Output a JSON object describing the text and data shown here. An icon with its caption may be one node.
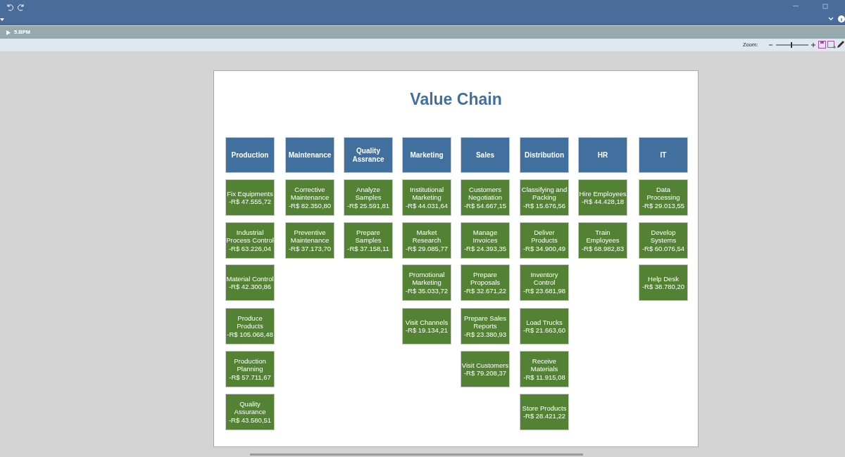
{
  "diagram": {
    "title": "Value Chain",
    "nodes": [
      {
        "text": [
          "Production"
        ]
      },
      {
        "text": [
          "Maintenance"
        ]
      },
      {
        "text": [
          "Quality Assrance"
        ]
      },
      {
        "text": [
          "Marketing"
        ]
      },
      {
        "text": [
          "Sales"
        ]
      },
      {
        "text": [
          "Distribution"
        ]
      },
      {
        "text": [
          "HR"
        ]
      },
      {
        "text": [
          "IT"
        ]
      },
      {
        "text": [
          "Fix Equipments",
          "-R$ 47.555,72"
        ]
      },
      {
        "text": [
          "Industrial Process Control",
          "-R$ 63.226,04"
        ]
      },
      {
        "text": [
          "Material Control",
          "-R$ 42.300,86"
        ]
      },
      {
        "text": [
          "Produce Products",
          "-R$ 105.068,48"
        ]
      },
      {
        "text": [
          "Production Planning",
          "-R$ 57.711,67"
        ]
      },
      {
        "text": [
          "Quality Assurance",
          "-R$ 43.580,51"
        ]
      },
      {
        "text": [
          "Corrective Maintenance",
          "-R$ 82.350,80"
        ]
      },
      {
        "text": [
          "Preventive Maintenance",
          "-R$ 37.173,70"
        ]
      },
      {
        "text": [
          "Analyze Samples",
          "-R$ 25.591,81"
        ]
      },
      {
        "text": [
          "Prepare Samples",
          "-R$ 37.158,11"
        ]
      },
      {
        "text": [
          "Institutional Marketing",
          "-R$ 44.031,64"
        ]
      },
      {
        "text": [
          "Market Research",
          "-R$ 29.085,77"
        ]
      },
      {
        "text": [
          "Promotional Marketing",
          "-R$ 35.033,72"
        ]
      },
      {
        "text": [
          "Visit Channels",
          "-R$ 19.134,21"
        ]
      },
      {
        "text": [
          "Customers Negotiation",
          "-R$ 54.667,15"
        ]
      },
      {
        "text": [
          "Manage Invoices",
          "-R$ 24.393,35"
        ]
      },
      {
        "text": [
          "Prepare Proposals",
          "-R$ 32.671,22"
        ]
      },
      {
        "text": [
          "Prepare Sales Reports",
          "-R$ 23.380,93"
        ]
      },
      {
        "text": [
          "Visit Customers",
          "-R$ 79.208,37"
        ]
      },
      {
        "text": [
          "Classifying and Packing",
          "-R$ 15.676,56"
        ]
      },
      {
        "text": [
          "Deliver Products",
          "-R$ 34.900,49"
        ]
      },
      {
        "text": [
          "Inventory Control",
          "-R$ 23.681,98"
        ]
      },
      {
        "text": [
          "Load Trucks",
          "-R$ 21.663,60"
        ]
      },
      {
        "text": [
          "Receive Materials",
          "-R$ 11.915,08"
        ]
      },
      {
        "text": [
          "Store Products",
          "-R$ 28.421,22"
        ]
      },
      {
        "text": [
          "Hire Employees",
          "-R$ 44.428,18"
        ]
      },
      {
        "text": [
          "Train Employees",
          "-R$ 68.982,83"
        ]
      },
      {
        "text": [
          "Data Processing",
          "-R$ 29.013,55"
        ]
      },
      {
        "text": [
          "Develop Systems",
          "-R$ 60.076,54"
        ]
      },
      {
        "text": [
          "Help Desk",
          "-R$ 38.780,20"
        ]
      }
    ],
    "labels": [
      "5.BPM",
      "Zoom:"
    ]
  }
}
